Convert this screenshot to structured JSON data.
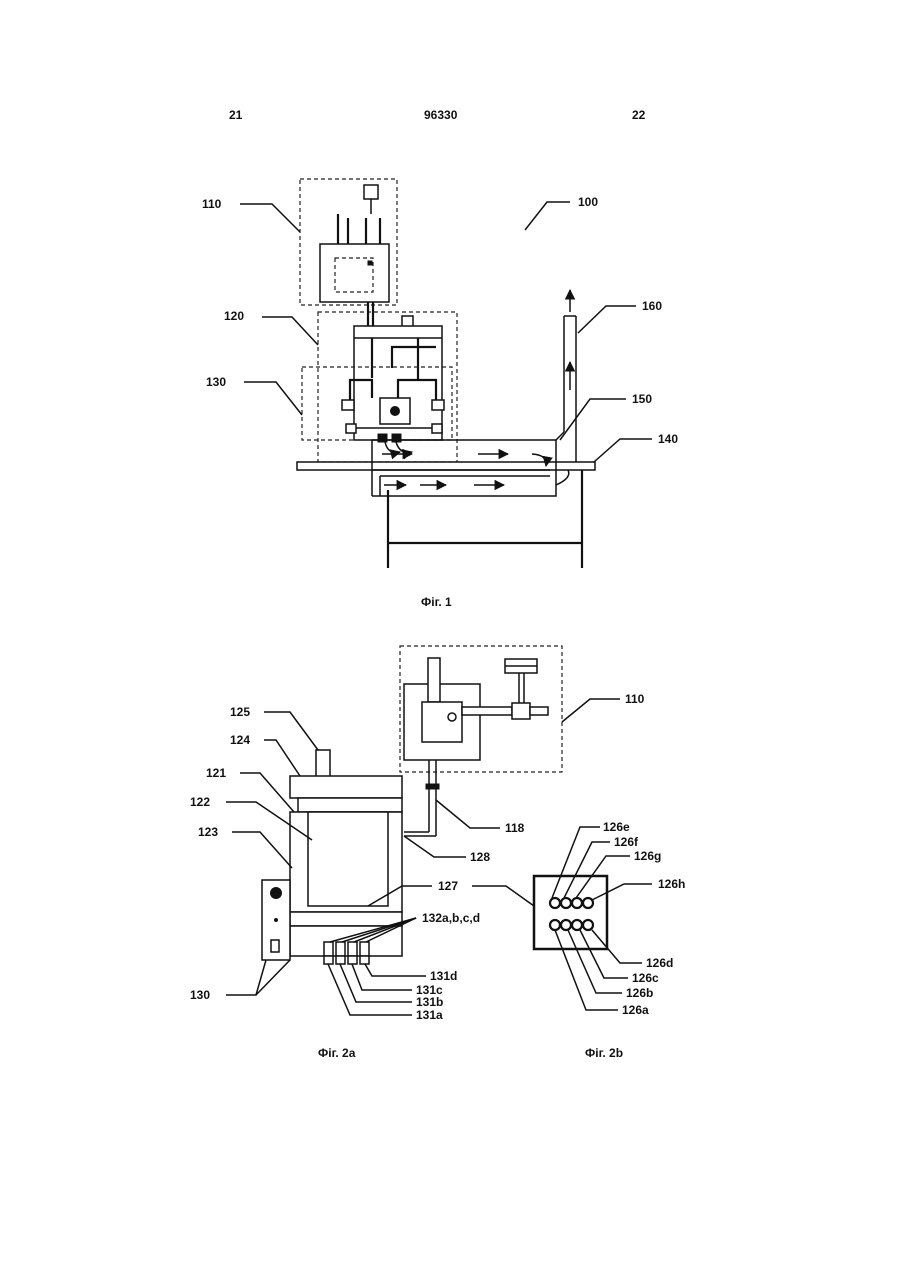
{
  "header": {
    "left_page": "21",
    "patent_number": "96330",
    "right_page": "22"
  },
  "fig1": {
    "caption": "Фіг. 1",
    "labels": {
      "l110": "110",
      "l100": "100",
      "l120": "120",
      "l130": "130",
      "l160": "160",
      "l150": "150",
      "l140": "140"
    }
  },
  "fig2a": {
    "caption": "Фіг. 2a",
    "labels": {
      "l125": "125",
      "l124": "124",
      "l121": "121",
      "l122": "122",
      "l123": "123",
      "l110": "110",
      "l118": "118",
      "l128": "128",
      "l127": "127",
      "l132": "132a,b,c,d",
      "l130": "130",
      "l131d": "131d",
      "l131c": "131c",
      "l131b": "131b",
      "l131a": "131a"
    }
  },
  "fig2b": {
    "caption": "Фіг. 2b",
    "labels": {
      "l126e": "126e",
      "l126f": "126f",
      "l126g": "126g",
      "l126h": "126h",
      "l126d": "126d",
      "l126c": "126c",
      "l126b": "126b",
      "l126a": "126a"
    }
  }
}
